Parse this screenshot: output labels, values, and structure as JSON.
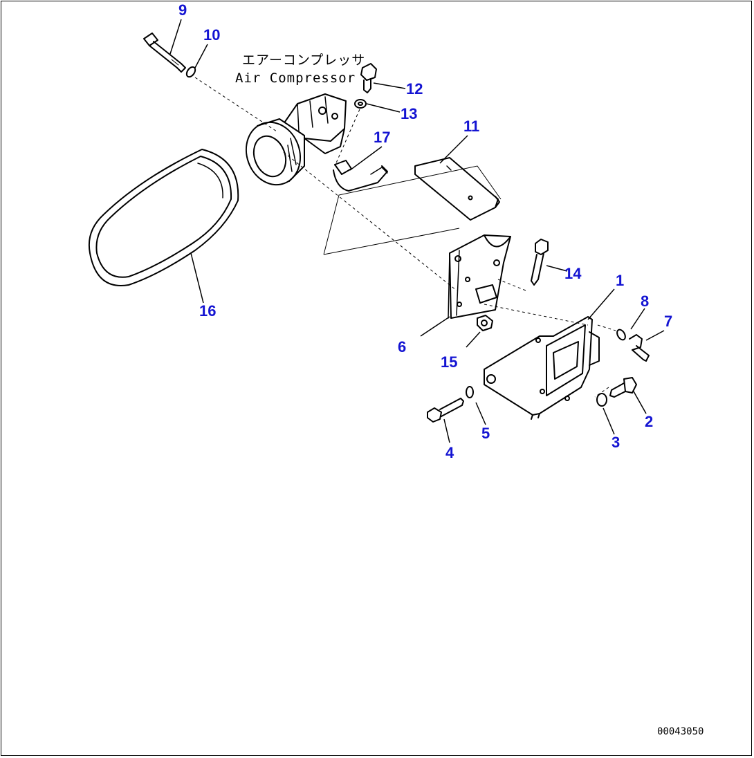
{
  "caption": {
    "jp": "エアーコンプレッサ",
    "en": "Air Compressor"
  },
  "drawing_code": "00043050",
  "callouts": {
    "c1": "1",
    "c2": "2",
    "c3": "3",
    "c4": "4",
    "c5": "5",
    "c6": "6",
    "c7": "7",
    "c8": "8",
    "c9": "9",
    "c10": "10",
    "c11": "11",
    "c12": "12",
    "c13": "13",
    "c14": "14",
    "c15": "15",
    "c16": "16",
    "c17": "17"
  },
  "colors": {
    "callout": "#1414d2",
    "line": "#000000",
    "background": "#ffffff"
  }
}
